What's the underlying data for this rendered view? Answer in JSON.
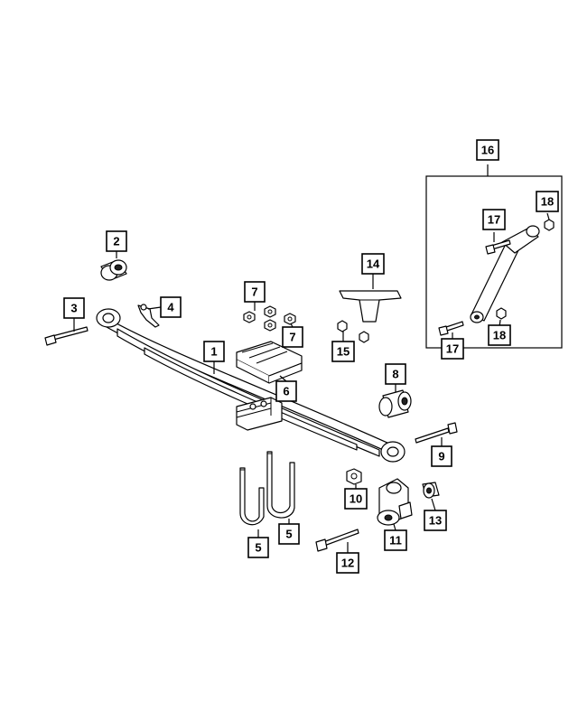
{
  "callouts": {
    "c1": "1",
    "c2": "2",
    "c3": "3",
    "c4": "4",
    "c5a": "5",
    "c5b": "5",
    "c6": "6",
    "c7a": "7",
    "c7b": "7",
    "c8": "8",
    "c9": "9",
    "c10": "10",
    "c11": "11",
    "c12": "12",
    "c13": "13",
    "c14": "14",
    "c15": "15",
    "c16": "16",
    "c17a": "17",
    "c17b": "17",
    "c18a": "18",
    "c18b": "18"
  }
}
